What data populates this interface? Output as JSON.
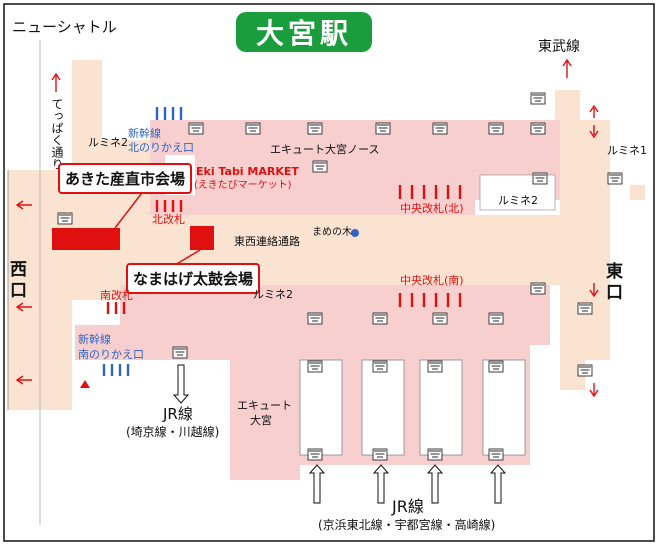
{
  "title": "大宮駅",
  "top_left_label": "ニューシャトル",
  "tobu_label": "東武線",
  "west_exit": "西口",
  "east_exit": "東口",
  "teppaku_label": "てっぱく通り",
  "venues": {
    "akita": "あきた産直市会場",
    "namahage": "なまはげ太鼓会場"
  },
  "ekitabi": {
    "name": "Eki Tabi MARKET",
    "reading": "(えきたびマーケット)"
  },
  "gates": {
    "north": "北改札",
    "south": "南改札",
    "central_north": "中央改札(北)",
    "central_south": "中央改札(南)"
  },
  "shinkansen": {
    "north_line": "新幹線",
    "north_transfer": "北のりかえ口",
    "south_line": "新幹線",
    "south_transfer": "南のりかえ口"
  },
  "areas": {
    "lumine2_nw": "ルミネ2",
    "lumine2_center": "ルミネ2",
    "lumine2_right": "ルミネ2",
    "lumine1": "ルミネ1",
    "ecute_north": "エキュート大宮ノース",
    "ecute_omiya_line1": "エキュート",
    "ecute_omiya_line2": "大宮",
    "east_west_passage": "東西連絡通路",
    "mame_no_ki": "まめの木"
  },
  "jr_left": {
    "name": "JR線",
    "lines": "(埼京線・川越線)"
  },
  "jr_bottom": {
    "name": "JR線",
    "lines": "(京浜東北線・宇都宮線・高崎線)"
  },
  "colors": {
    "pink": "#f7cfcf",
    "peach": "#fbe3d2",
    "red": "#e01010",
    "blue": "#2f66c4",
    "green": "#1a9e3d"
  }
}
